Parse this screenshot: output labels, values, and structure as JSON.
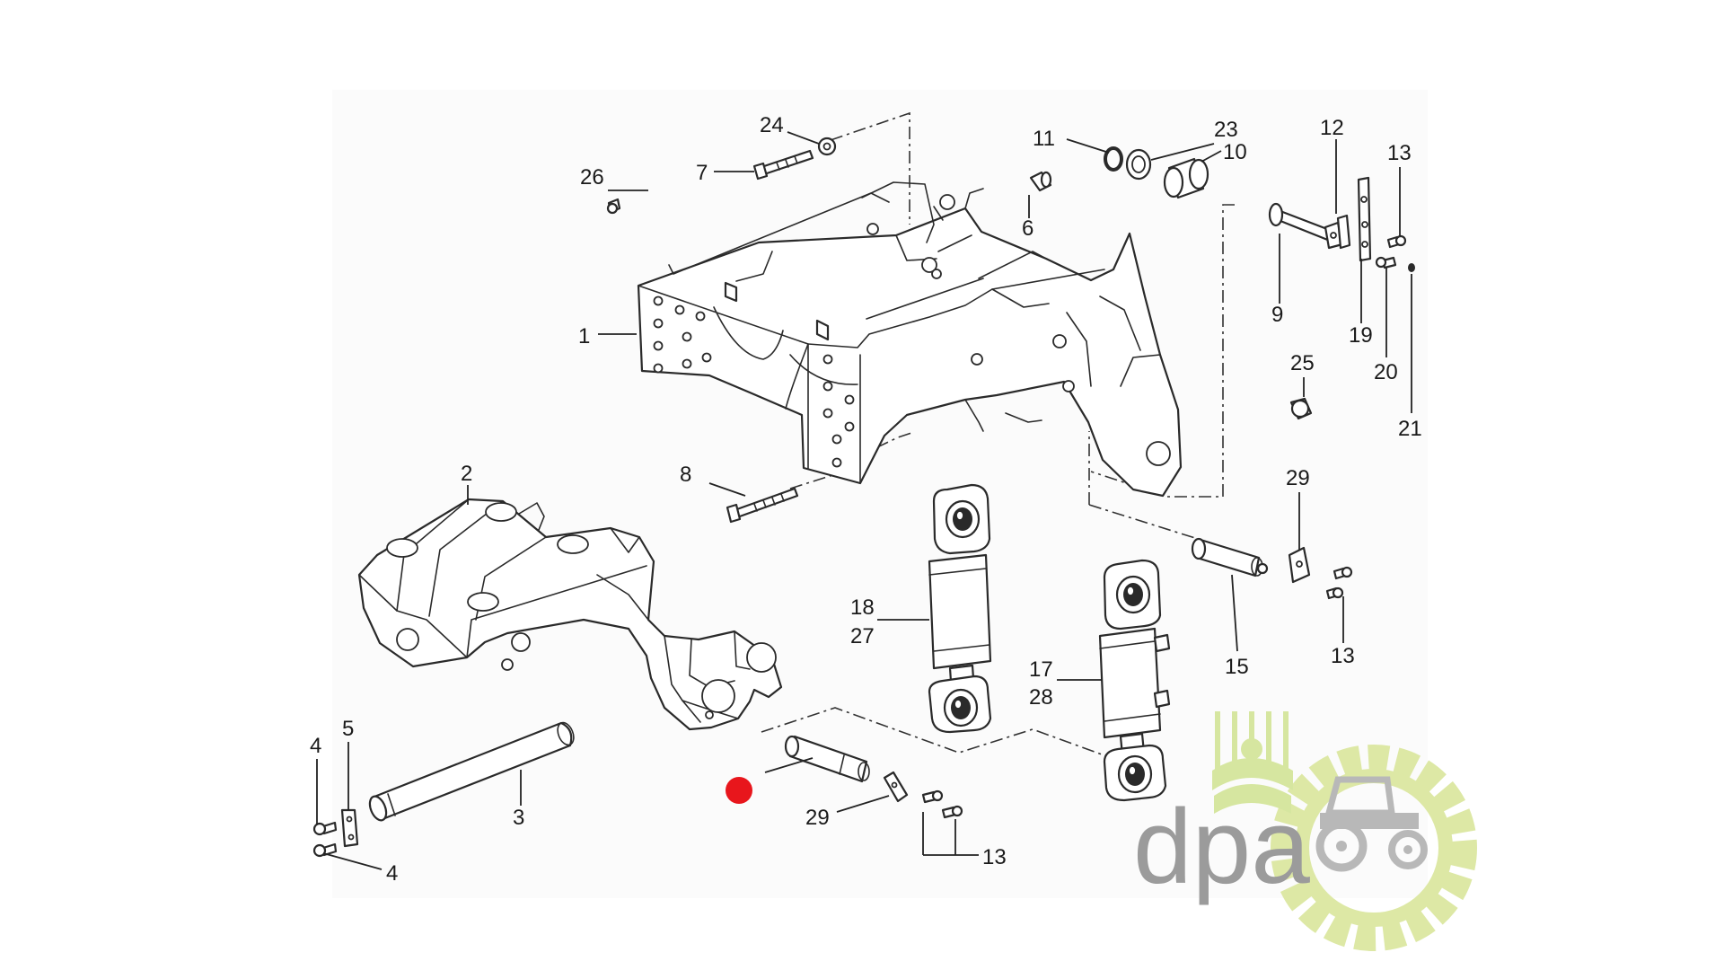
{
  "diagram": {
    "callouts": {
      "c1": "1",
      "c2": "2",
      "c3": "3",
      "c4a": "4",
      "c4b": "4",
      "c5": "5",
      "c6": "6",
      "c7": "7",
      "c8": "8",
      "c9": "9",
      "c10": "10",
      "c11": "11",
      "c12": "12",
      "c13a": "13",
      "c13b": "13",
      "c13c": "13",
      "c15": "15",
      "c17": "17",
      "c18": "18",
      "c19": "19",
      "c20": "20",
      "c21": "21",
      "c23": "23",
      "c24": "24",
      "c25": "25",
      "c26": "26",
      "c27": "27",
      "c28": "28",
      "c29a": "29",
      "c29b": "29"
    },
    "highlight_marker_color": "#e8161c",
    "line_color": "#2a2a2a"
  },
  "watermark": {
    "text": "dpa",
    "text_color": "#9b9b9b",
    "gear_color": "#dde8a5",
    "wheat_color": "#d6e6a0"
  }
}
